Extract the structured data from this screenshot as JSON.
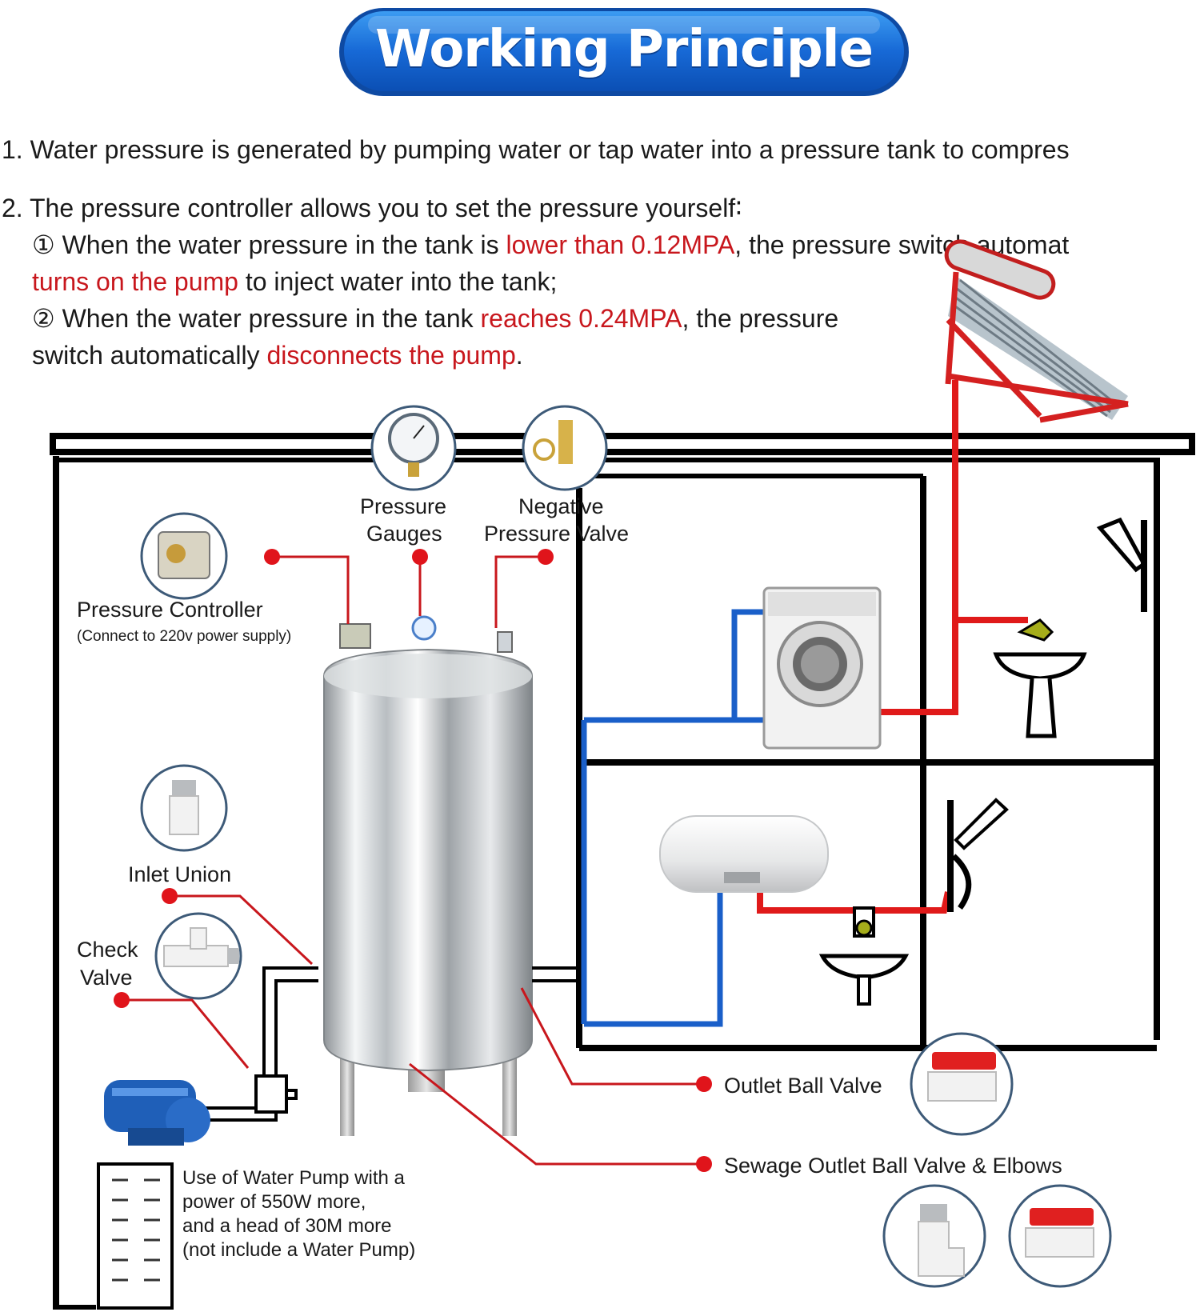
{
  "header": {
    "title": "Working Principle"
  },
  "intro": {
    "line1": "1. Water pressure is generated by pumping water or tap water into a pressure tank to compres",
    "line2": "2. The pressure controller allows you to set the pressure yourself∶",
    "item1": {
      "prefix": "① When the water pressure in the tank is ",
      "highlight1": "lower than 0.12MPA",
      "middle": ", the pressure switch automat",
      "highlight2": "turns on the pump",
      "suffix": " to inject water into the tank;"
    },
    "item2": {
      "prefix": "② When the water pressure in the tank ",
      "highlight1": "reaches 0.24MPA",
      "middle": ", the pressure",
      "line2_prefix": "switch automatically ",
      "highlight2": "disconnects the pump",
      "suffix": "."
    }
  },
  "labels": {
    "pressure_gauges_1": "Pressure",
    "pressure_gauges_2": "Gauges",
    "negative_valve_1": "Negative",
    "negative_valve_2": "Pressure Valve",
    "pressure_controller": "Pressure Controller",
    "pressure_controller_note": "(Connect to 220v power supply)",
    "inlet_union": "Inlet Union",
    "check_valve_1": "Check",
    "check_valve_2": "Valve",
    "outlet_ball_valve": "Outlet Ball Valve",
    "sewage_outlet": "Sewage Outlet Ball Valve & Elbows",
    "pump_note_1": "Use of Water Pump with a",
    "pump_note_2": "power of 550W more,",
    "pump_note_3": "and a head of 30M more",
    "pump_note_4": "(not include a Water Pump)"
  },
  "colors": {
    "accent_red": "#c8171d",
    "banner_blue": "#1e6fd9",
    "pipe_blue": "#1a5fc9",
    "pipe_red": "#e01a1a"
  }
}
